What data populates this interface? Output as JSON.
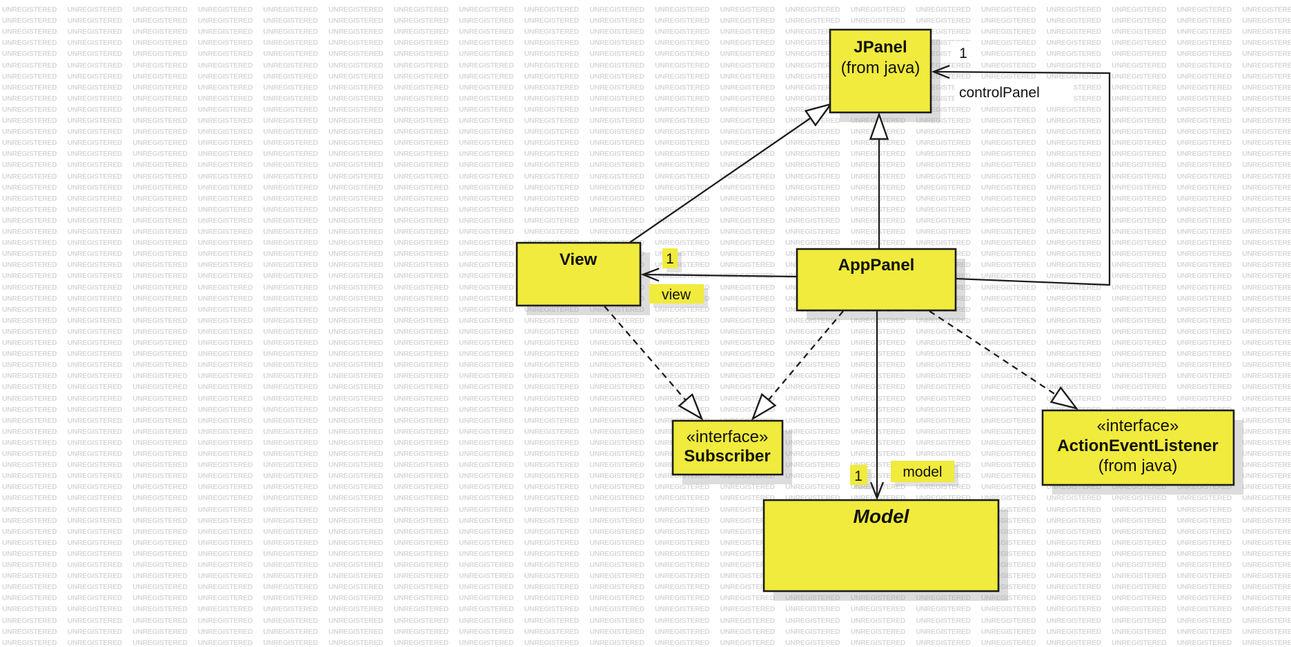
{
  "watermark": {
    "text": "UNREGISTERED"
  },
  "colors": {
    "box_fill": "#f0eb3c",
    "box_border": "#1c1c1c",
    "line": "#1c1c1c",
    "watermark_text": "#d8d8d8",
    "label_highlight": "#f0eb3c",
    "background": "#ffffff"
  },
  "classes": {
    "jpanel": {
      "name": "JPanel",
      "origin": "(from java)"
    },
    "view": {
      "name": "View"
    },
    "apppanel": {
      "name": "AppPanel"
    },
    "subscriber": {
      "stereotype": "«interface»",
      "name": "Subscriber"
    },
    "action_event_listener": {
      "stereotype": "«interface»",
      "name": "ActionEventListener",
      "origin": "(from java)"
    },
    "model": {
      "name": "Model"
    }
  },
  "associations": {
    "control_panel": {
      "multiplicity": "1",
      "role": "controlPanel"
    },
    "view": {
      "multiplicity": "1",
      "role": "view"
    },
    "model": {
      "multiplicity": "1",
      "role": "model"
    }
  }
}
